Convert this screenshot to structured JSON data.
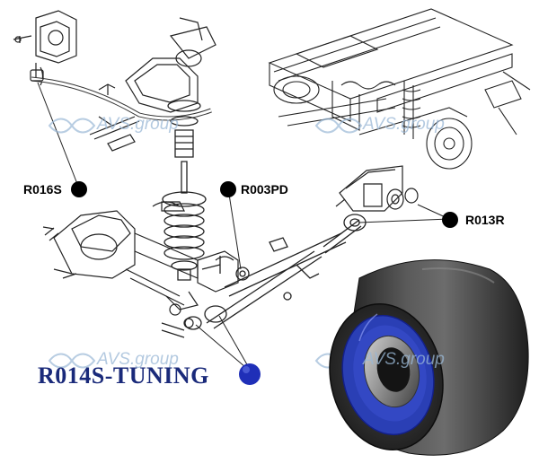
{
  "labels": {
    "r016s": "R016S",
    "r003pd": "R003PD",
    "r013r": "R013R",
    "r014s": "R014S-TUNING"
  },
  "watermark": {
    "top_left": "AVS.group",
    "top_right": "AVS.group",
    "bottom_left": "AVS.group",
    "bottom_right": "AVS.group"
  },
  "colors": {
    "line": "#222222",
    "marker": "#000000",
    "featured_marker": "#1f2fb8",
    "featured_text": "#1a2a7a",
    "watermark": "#9ab8d6",
    "poly_insert": "#2a3fb5",
    "rubber": "#2b2b2b"
  },
  "icons": {
    "watermark_logo": "infinity-loop-icon"
  }
}
